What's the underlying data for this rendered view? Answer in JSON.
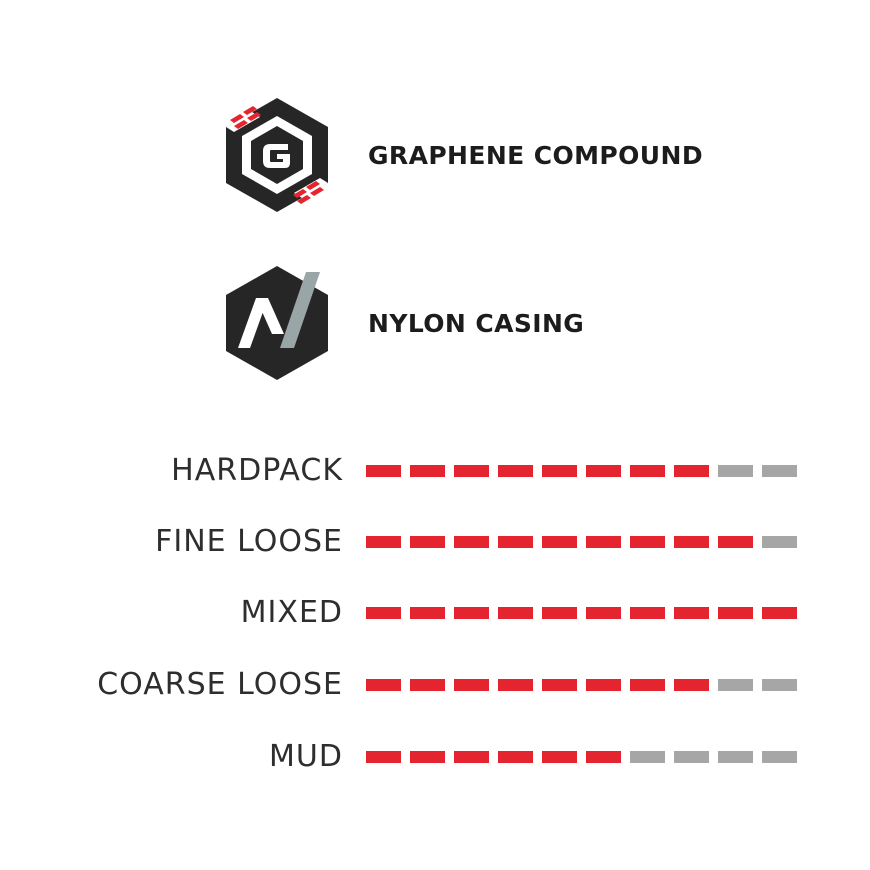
{
  "features": [
    {
      "badge_icon": "graphene-g-hexagon-icon",
      "badge_letter": "G",
      "label": "GRAPHENE COMPOUND"
    },
    {
      "badge_icon": "nylon-n-hexagon-icon",
      "badge_letter": "N",
      "label": "NYLON CASING"
    }
  ],
  "ratings": [
    {
      "label": "HARDPACK",
      "filled": 8,
      "max": 10
    },
    {
      "label": "FINE LOOSE",
      "filled": 9,
      "max": 10
    },
    {
      "label": "MIXED",
      "filled": 10,
      "max": 10
    },
    {
      "label": "COARSE LOOSE",
      "filled": 8,
      "max": 10
    },
    {
      "label": "MUD",
      "filled": 6,
      "max": 10
    }
  ],
  "colors": {
    "filled": "#e4252f",
    "empty": "#a6a6a6",
    "badge_dark": "#262626",
    "accent_red": "#e4252f",
    "nylon_slash": "#9aa5a8"
  }
}
